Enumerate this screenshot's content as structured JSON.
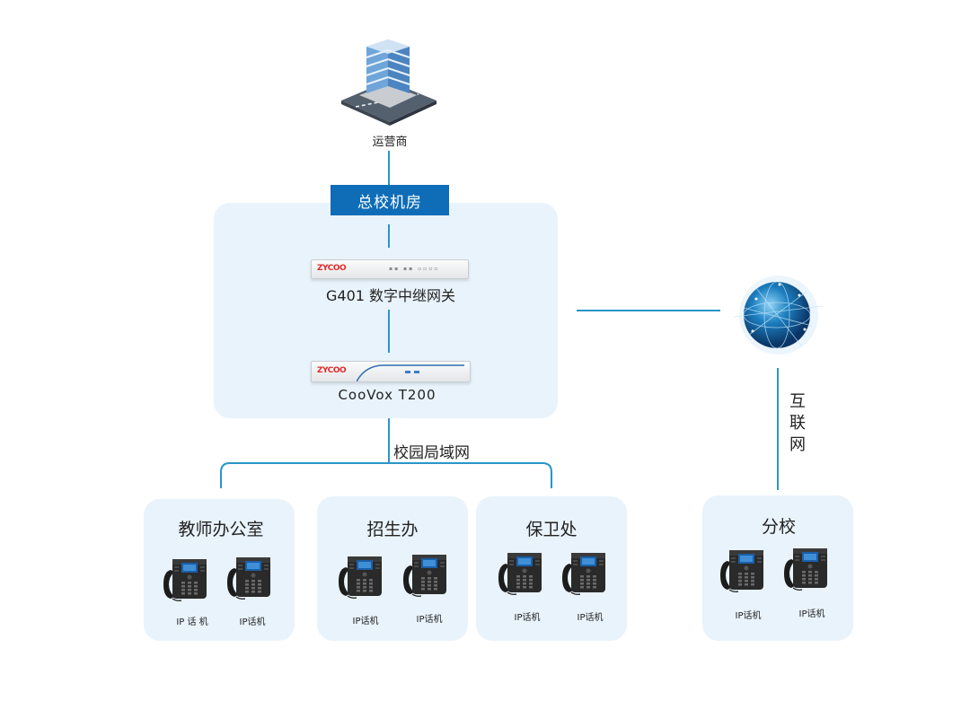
{
  "carrier": {
    "label": "运营商"
  },
  "hq": {
    "banner": "总校机房"
  },
  "gateway": {
    "logo": "ZYCOO",
    "label": "G401 数字中继网关"
  },
  "pbx": {
    "logo": "ZYCOO",
    "label": "CooVox T200"
  },
  "lan": {
    "label": "校园局域网"
  },
  "internet": {
    "label_chars": [
      "互",
      "联",
      "网"
    ]
  },
  "offices": [
    {
      "title": "教师办公室",
      "phones": [
        "IP 话 机",
        "IP话机"
      ]
    },
    {
      "title": "招生办",
      "phones": [
        "IP话机",
        "IP话机"
      ]
    },
    {
      "title": "保卫处",
      "phones": [
        "IP话机",
        "IP话机"
      ]
    }
  ],
  "branch": {
    "title": "分校",
    "phones": [
      "IP话机",
      "IP话机"
    ]
  },
  "colors": {
    "line": "#2a95c8",
    "banner": "#0f6db7",
    "panel": "#e9f3fb"
  }
}
